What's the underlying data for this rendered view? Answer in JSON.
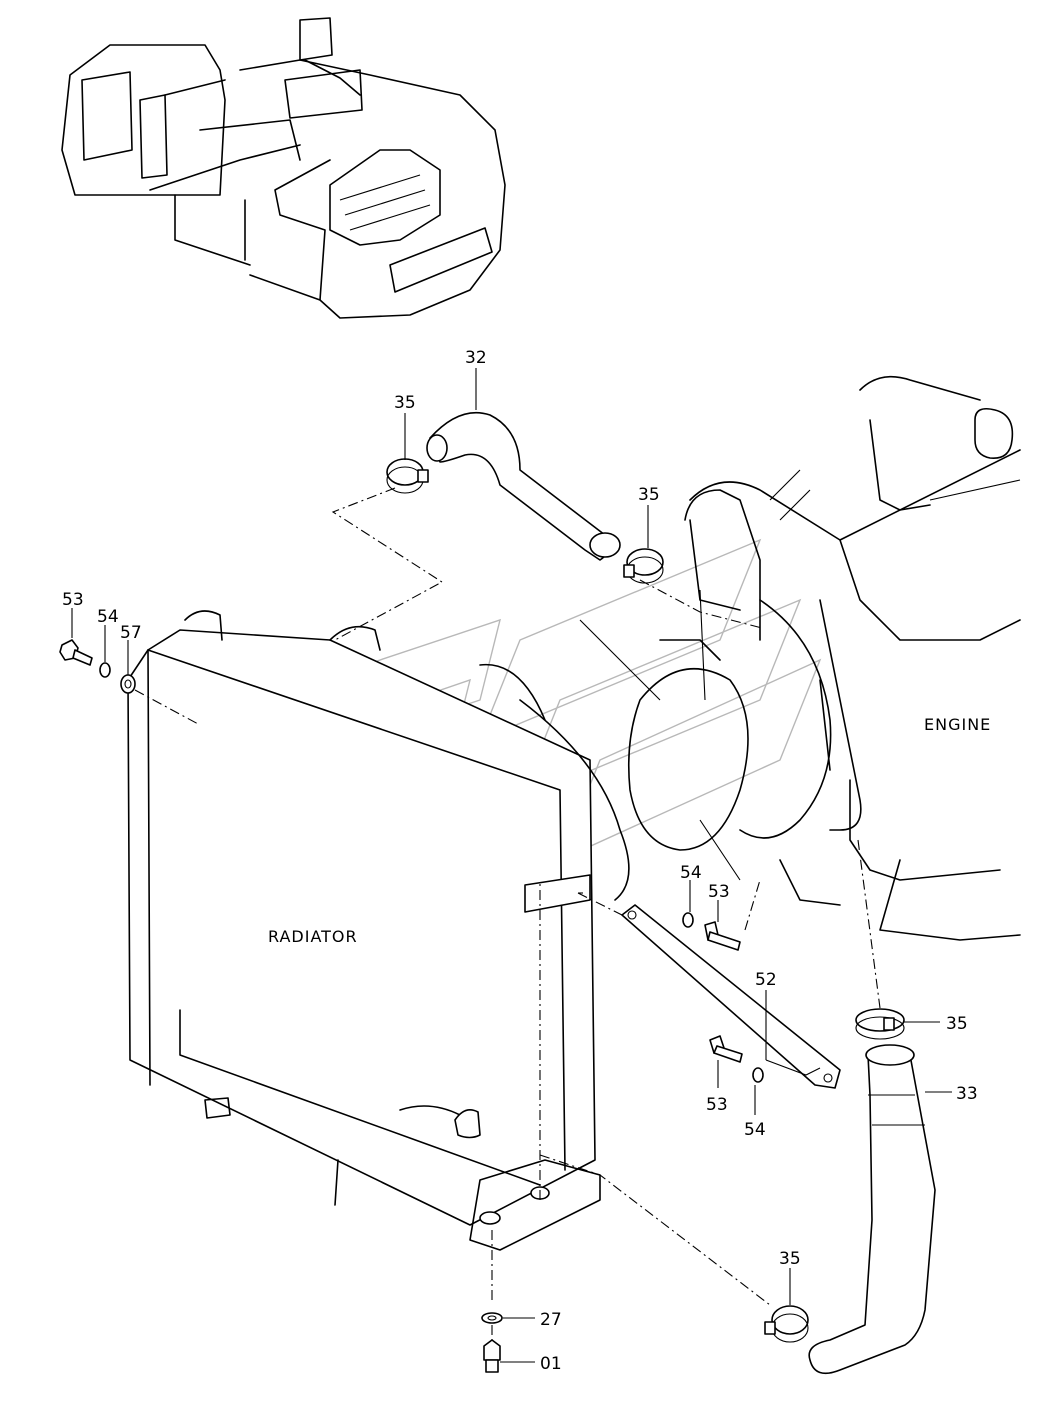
{
  "labels": {
    "engine": "ENGINE",
    "radiator": "RADIATOR"
  },
  "callouts": {
    "c32": "32",
    "c35_top": "35",
    "c35_mid": "35",
    "c35_right": "35",
    "c35_bottom": "35",
    "c33": "33",
    "c52": "52",
    "c53_left": "53",
    "c53_mid": "53",
    "c53_low": "53",
    "c54_left": "54",
    "c54_mid": "54",
    "c54_low": "54",
    "c57": "57",
    "c27": "27",
    "c01": "01"
  }
}
